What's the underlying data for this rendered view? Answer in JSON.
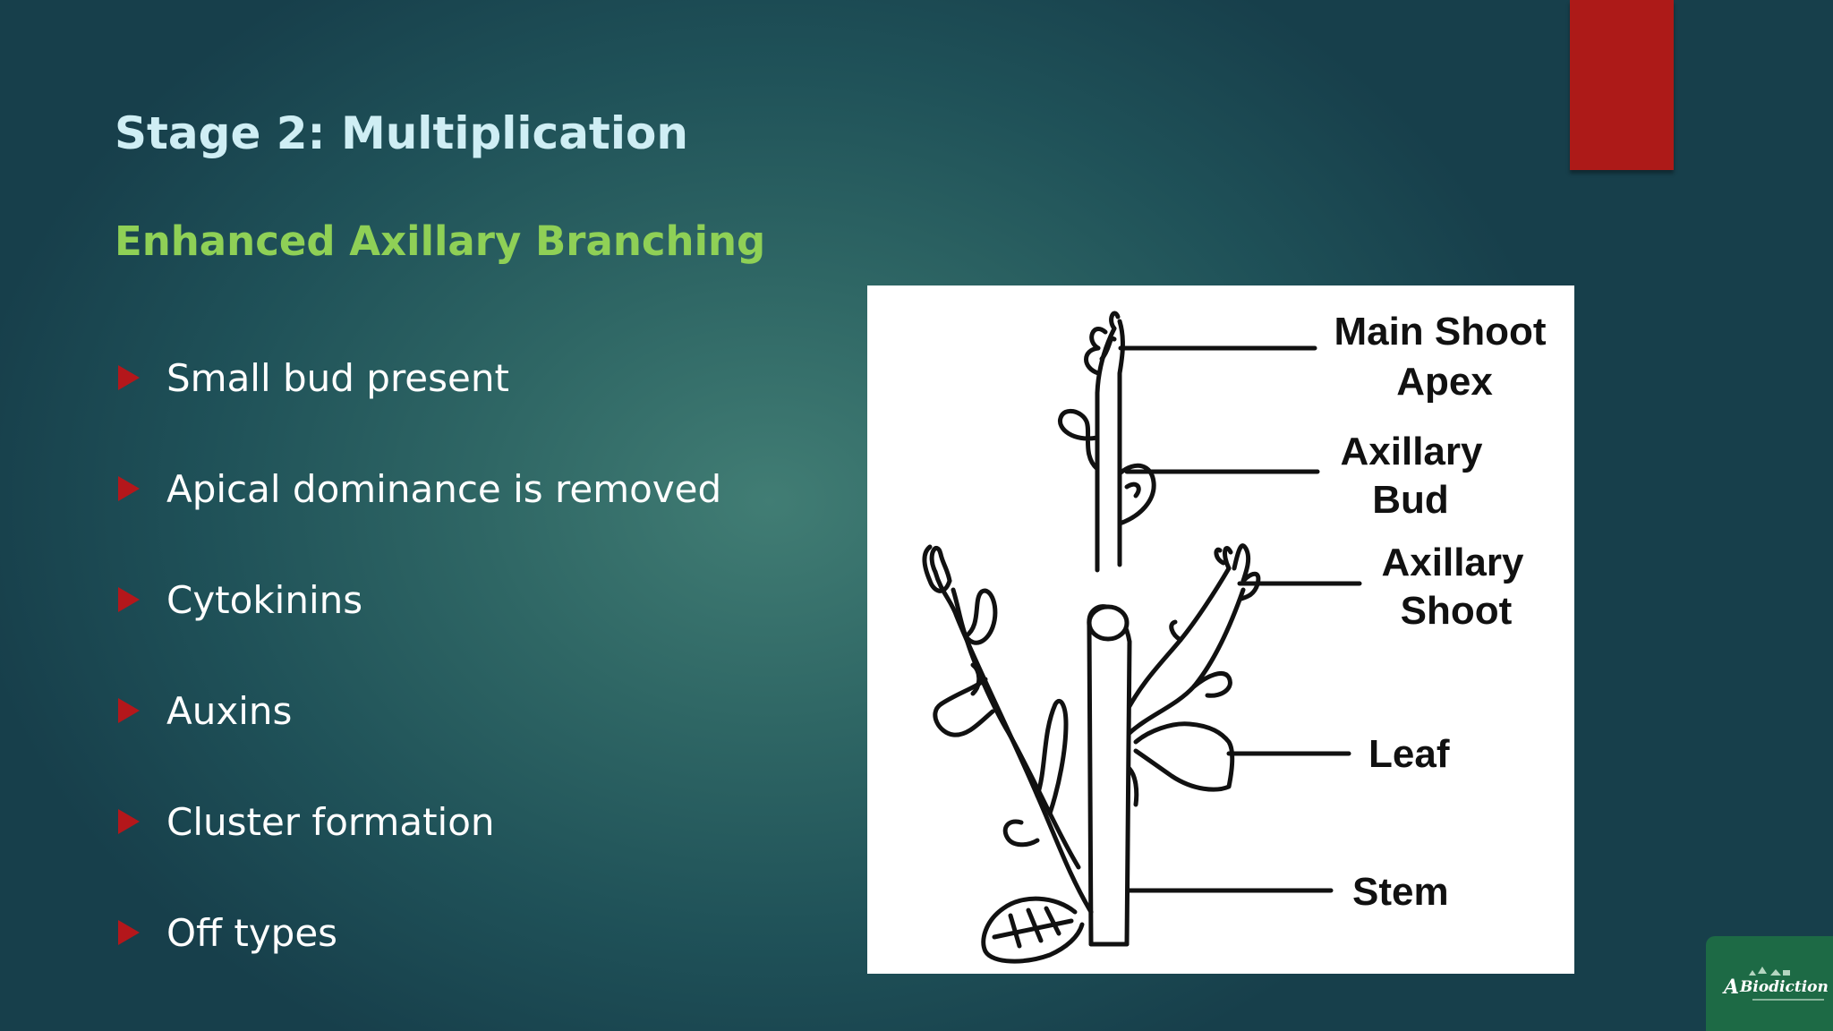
{
  "slide": {
    "title": "Stage 2: Multiplication",
    "subtitle": "Enhanced Axillary Branching",
    "bullets": [
      "Small bud present",
      "Apical dominance is removed",
      "Cytokinins",
      "Auxins",
      "Cluster formation",
      "Off types"
    ]
  },
  "figure": {
    "labels": {
      "main_shoot_apex_1": "Main Shoot",
      "main_shoot_apex_2": "Apex",
      "axillary_bud_1": "Axillary",
      "axillary_bud_2": "Bud",
      "axillary_shoot_1": "Axillary",
      "axillary_shoot_2": "Shoot",
      "leaf": "Leaf",
      "stem": "Stem"
    }
  },
  "logo": {
    "text": "Biodiction"
  },
  "colors": {
    "title": "#cfeef4",
    "subtitle": "#8fd056",
    "bullet_marker": "#b4171b",
    "accent_bar": "#ad1a18",
    "background": "#2f6765"
  }
}
